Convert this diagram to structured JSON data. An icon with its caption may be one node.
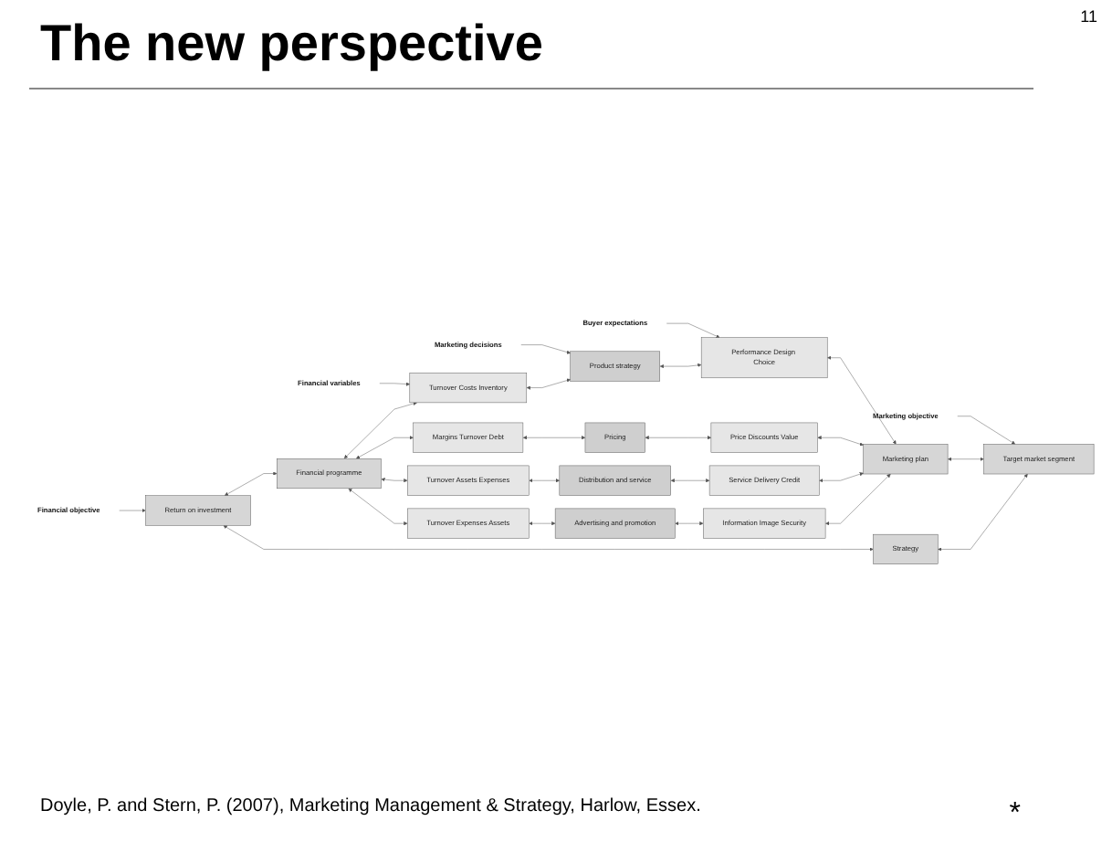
{
  "diagram": {
    "title": "The new perspective",
    "caption": "Doyle, P. and Stern, P. (2007), Marketing Management & Strategy, Harlow, Essex.",
    "nodes": [
      {
        "text": [
          "Financial objective"
        ]
      },
      {
        "text": [
          "Financial variables"
        ]
      },
      {
        "text": [
          "Marketing decisions"
        ]
      },
      {
        "text": [
          "Buyer expectations"
        ]
      },
      {
        "text": [
          "Marketing objective"
        ]
      },
      {
        "text": [
          "Turnover Costs Inventory"
        ]
      },
      {
        "text": [
          "Product strategy"
        ]
      },
      {
        "text": [
          "Performance Design Choice"
        ]
      },
      {
        "text": [
          "Return on investment"
        ]
      },
      {
        "text": [
          "Margins Turnover Debt"
        ]
      },
      {
        "text": [
          "Pricing"
        ]
      },
      {
        "text": [
          "Price Discounts Value"
        ]
      },
      {
        "text": [
          "Target market segment"
        ]
      },
      {
        "text": [
          "Financial programme"
        ]
      },
      {
        "text": [
          "Turnover Assets Expenses"
        ]
      },
      {
        "text": [
          "Distribution and service"
        ]
      },
      {
        "text": [
          "Service Delivery Credit"
        ]
      },
      {
        "text": [
          "Marketing plan"
        ]
      },
      {
        "text": [
          "Turnover Expenses Assets"
        ]
      },
      {
        "text": [
          "Advertising and promotion"
        ]
      },
      {
        "text": [
          "Information Image Security"
        ]
      },
      {
        "text": [
          "Strategy"
        ]
      }
    ],
    "edges": [
      {
        "from": 0,
        "to": 8,
        "arrow": "to"
      },
      {
        "from": 1,
        "to": 5,
        "arrow": "to"
      },
      {
        "from": 2,
        "to": 6,
        "arrow": "to"
      },
      {
        "from": 3,
        "to": 7,
        "arrow": "to"
      },
      {
        "from": 4,
        "to": 12,
        "arrow": "to"
      },
      {
        "from": 5,
        "to": 6,
        "arrow": "both"
      },
      {
        "from": 6,
        "to": 7,
        "arrow": "both"
      },
      {
        "from": 9,
        "to": 10,
        "arrow": "both"
      },
      {
        "from": 10,
        "to": 11,
        "arrow": "both"
      },
      {
        "from": 14,
        "to": 15,
        "arrow": "both"
      },
      {
        "from": 15,
        "to": 16,
        "arrow": "both"
      },
      {
        "from": 18,
        "to": 19,
        "arrow": "both"
      },
      {
        "from": 19,
        "to": 20,
        "arrow": "both"
      },
      {
        "from": 8,
        "to": 13,
        "arrow": "both"
      },
      {
        "from": 12,
        "to": 17,
        "arrow": "both"
      },
      {
        "from": 13,
        "to": 5,
        "arrow": "both"
      },
      {
        "from": 13,
        "to": 9,
        "arrow": "both"
      },
      {
        "from": 13,
        "to": 14,
        "arrow": "both"
      },
      {
        "from": 13,
        "to": 18,
        "arrow": "both"
      },
      {
        "from": 7,
        "to": 17,
        "arrow": "both"
      },
      {
        "from": 11,
        "to": 17,
        "arrow": "both"
      },
      {
        "from": 16,
        "to": 17,
        "arrow": "both"
      },
      {
        "from": 20,
        "to": 17,
        "arrow": "both"
      },
      {
        "from": 21,
        "to": 8,
        "arrow": "both"
      },
      {
        "from": 21,
        "to": 12,
        "arrow": "both"
      }
    ],
    "labels": [
      "11",
      "*"
    ]
  }
}
